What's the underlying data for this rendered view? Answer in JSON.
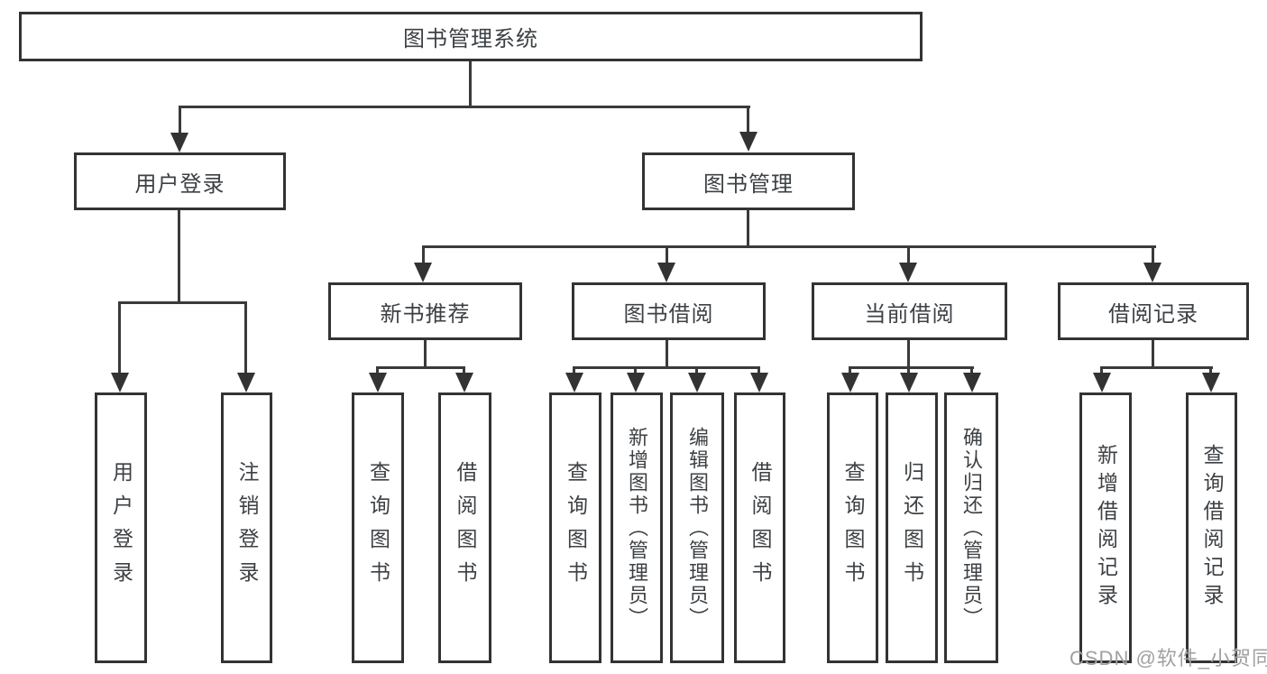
{
  "diagram": {
    "title": "图书管理系统",
    "level1": {
      "user": "用户登录",
      "book": "图书管理"
    },
    "level2": {
      "recommend": "新书推荐",
      "borrow": "图书借阅",
      "current": "当前借阅",
      "records": "借阅记录"
    },
    "leaves": {
      "user_login": "用户登录",
      "logout": "注销登录",
      "rec_query": "查询图书",
      "rec_borrow": "借阅图书",
      "bor_query": "查询图书",
      "bor_add": "新增图书（管理员）",
      "bor_edit": "编辑图书（管理员）",
      "bor_borrow": "借阅图书",
      "cur_query": "查询图书",
      "cur_return": "归还图书",
      "cur_confirm": "确认归还（管理员）",
      "log_add": "新增借阅记录",
      "log_query": "查询借阅记录"
    },
    "watermark": "CSDN @软件_小贺同学"
  }
}
